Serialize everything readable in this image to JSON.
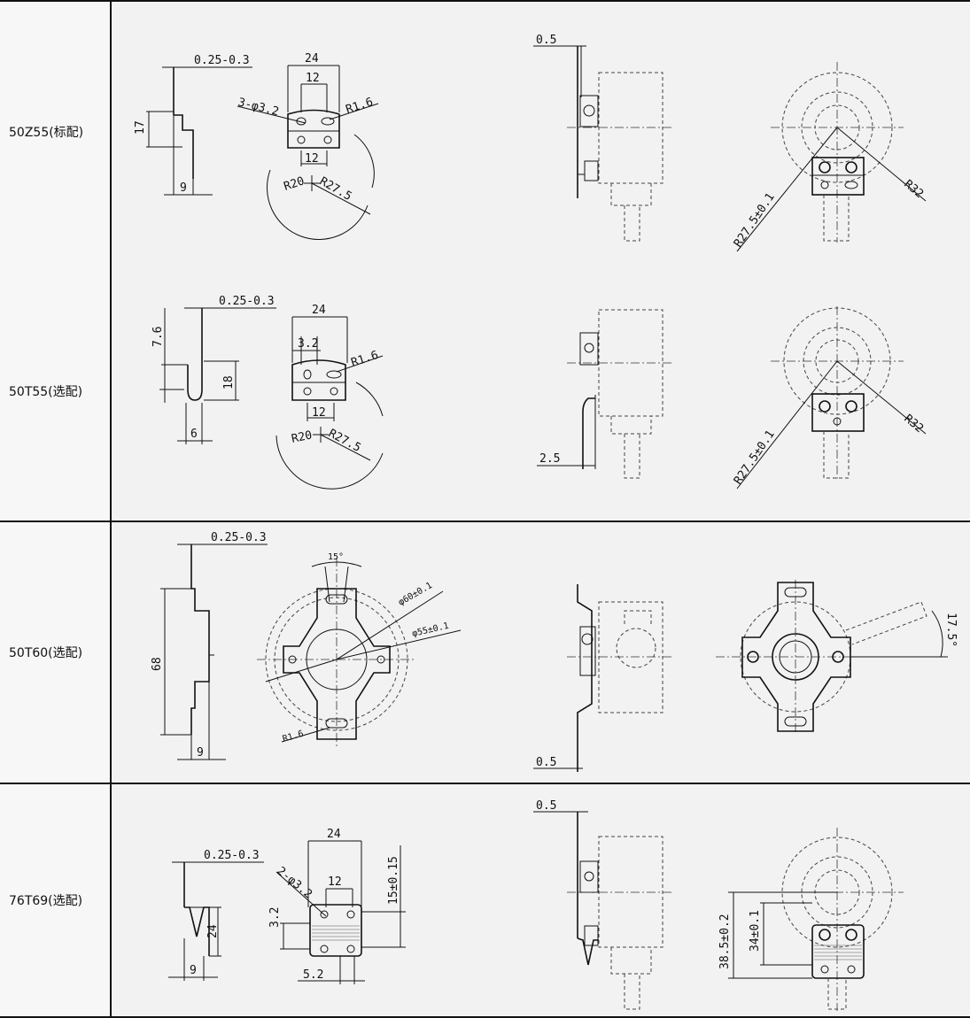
{
  "rows": [
    {
      "model": "50Z55(标配)",
      "dims": {
        "thickness": "0.25-0.3",
        "height": "17",
        "foot": "9",
        "width": "24",
        "hole_pitch_top": "12",
        "holes": "3-φ3.2",
        "radius_small": "R1.6",
        "hole_pitch_bottom": "12",
        "r_inner": "R20",
        "r_outer": "R27.5",
        "side_gap": "0.5",
        "front_radius": "R27.5±0.1",
        "front_r32": "R32"
      }
    },
    {
      "model": "50T55(选配)",
      "dims": {
        "thickness": "0.25-0.3",
        "height_top": "7.6",
        "height": "18",
        "foot": "6",
        "width": "24",
        "hole_pitch_top": "3.2",
        "radius_small": "R1.6",
        "hole_pitch_bottom": "12",
        "r_inner": "R20",
        "r_outer": "R27.5",
        "side_gap": "2.5",
        "front_radius": "R27.5±0.1",
        "front_r32": "R32"
      }
    },
    {
      "model": "50T60(选配)",
      "dims": {
        "thickness": "0.25-0.3",
        "height": "68",
        "foot": "9",
        "angle": "15°",
        "dia_outer": "φ60±0.1",
        "dia_inner": "φ55±0.1",
        "radius_small": "R1.6",
        "side_gap": "0.5",
        "front_angle": "17.5°"
      }
    },
    {
      "model": "76T69(选配)",
      "dims": {
        "thickness": "0.25-0.3",
        "height": "24",
        "foot": "9",
        "width": "24",
        "holes": "2-φ3.2",
        "hole_pitch_top": "12",
        "side_height": "15±0.15",
        "left_height": "3.2",
        "bottom_width": "5.2",
        "side_gap": "0.5",
        "front_h1": "38.5±0.2",
        "front_h2": "34±0.1"
      }
    }
  ]
}
